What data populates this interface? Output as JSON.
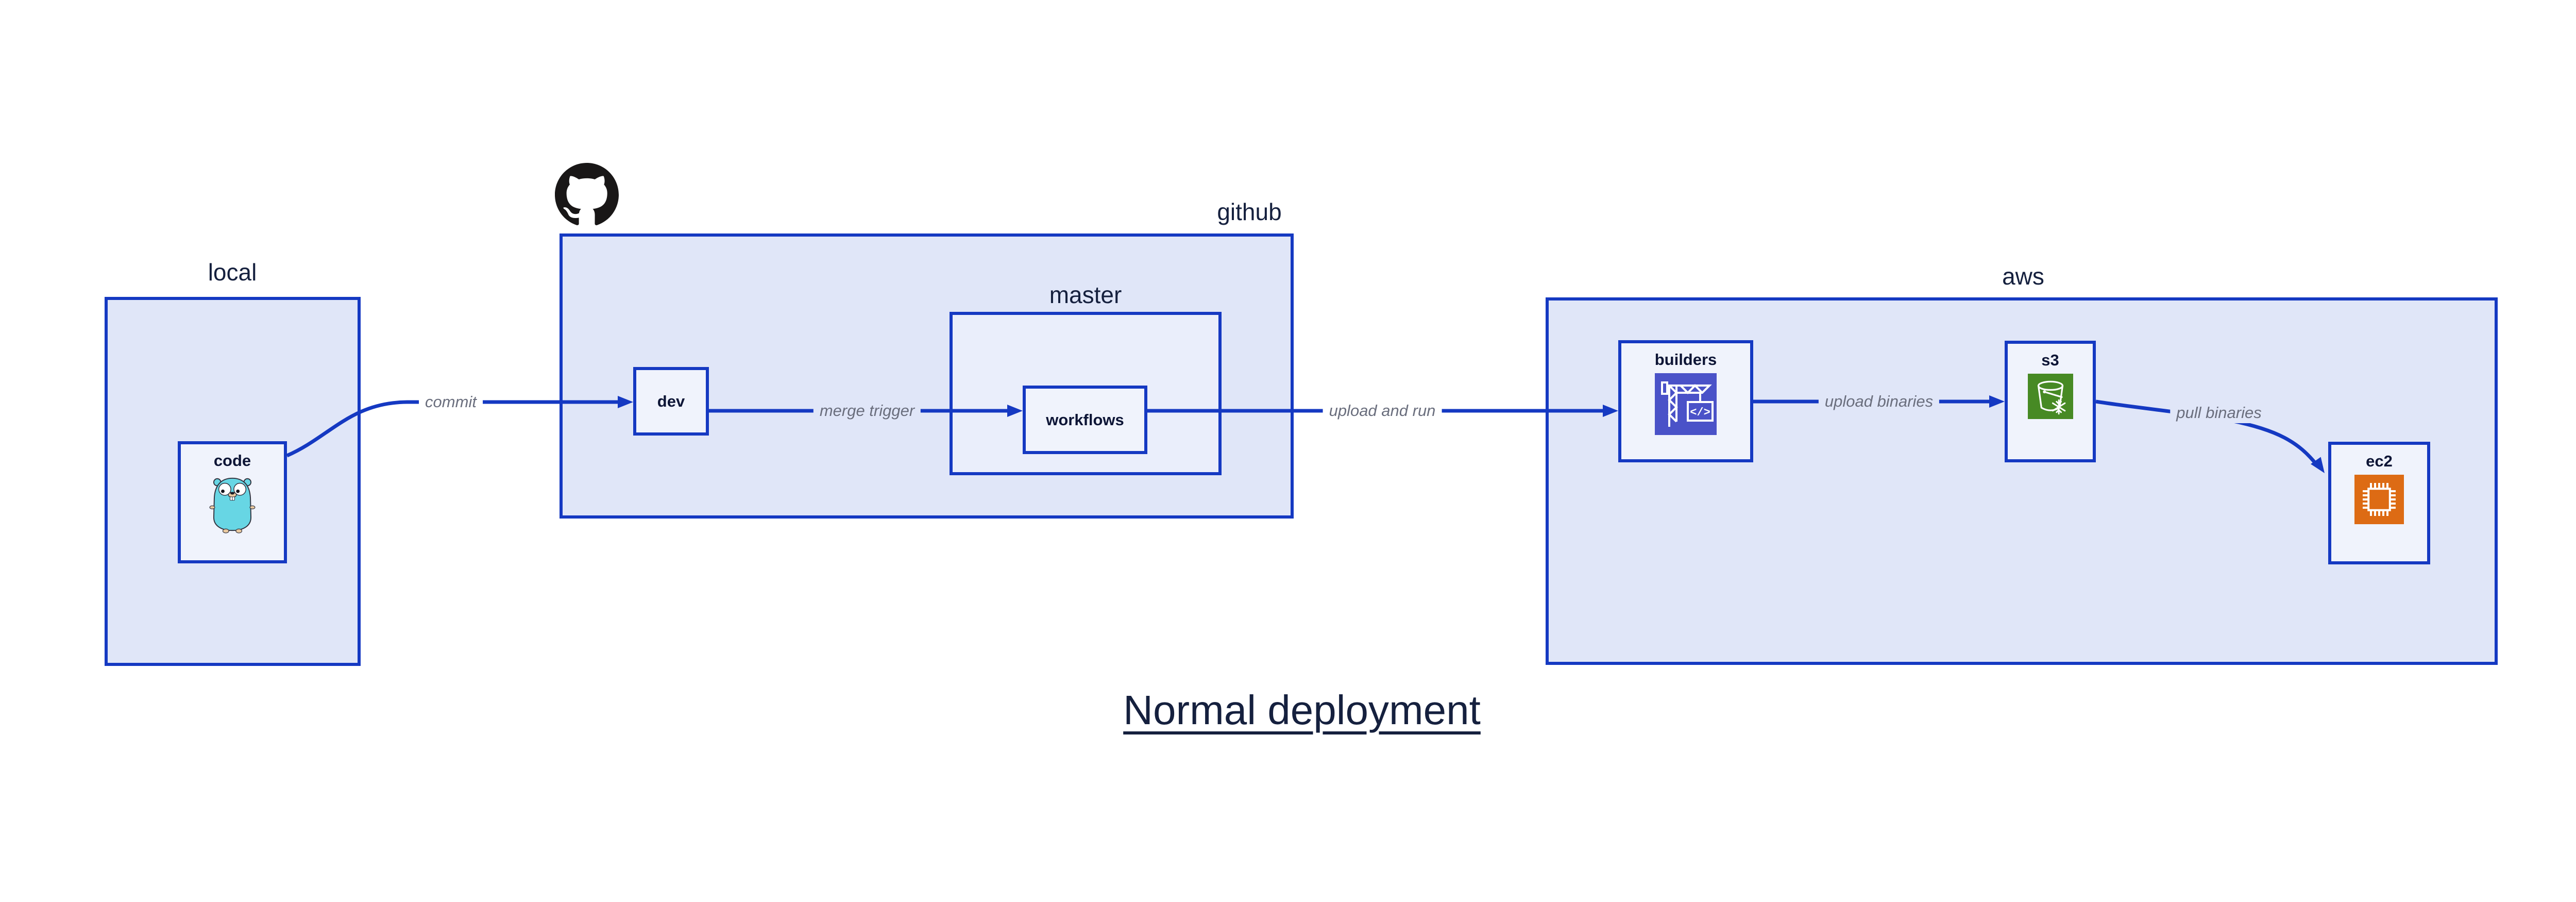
{
  "title": "Normal deployment",
  "containers": {
    "local": {
      "label": "local"
    },
    "github": {
      "label": "github"
    },
    "master": {
      "label": "master"
    },
    "aws": {
      "label": "aws"
    }
  },
  "nodes": {
    "code": {
      "label": "code",
      "icon": "gopher-icon"
    },
    "dev": {
      "label": "dev"
    },
    "workflows": {
      "label": "workflows"
    },
    "builders": {
      "label": "builders",
      "icon": "codebuild-crane-icon"
    },
    "s3": {
      "label": "s3",
      "icon": "s3-bucket-icon"
    },
    "ec2": {
      "label": "ec2",
      "icon": "ec2-chip-icon"
    }
  },
  "edges": [
    {
      "from": "code",
      "to": "dev",
      "label": "commit"
    },
    {
      "from": "dev",
      "to": "workflows",
      "label": "merge trigger"
    },
    {
      "from": "workflows",
      "to": "builders",
      "label": "upload and run"
    },
    {
      "from": "builders",
      "to": "s3",
      "label": "upload binaries"
    },
    {
      "from": "s3",
      "to": "ec2",
      "label": "pull binaries"
    }
  ],
  "colors": {
    "accent": "#1539c2",
    "container_fill": "#e0e6f8",
    "subcontainer_fill": "#eaeefb",
    "node_fill": "#f0f3fc",
    "heading_text": "#15203e",
    "edge_label_text": "#6a6e7d",
    "codebuild_bg": "#4a52c8",
    "s3_bg": "#478a24",
    "ec2_bg": "#dd6b14",
    "github_mark": "#191717",
    "gopher_body": "#67d6e4"
  }
}
